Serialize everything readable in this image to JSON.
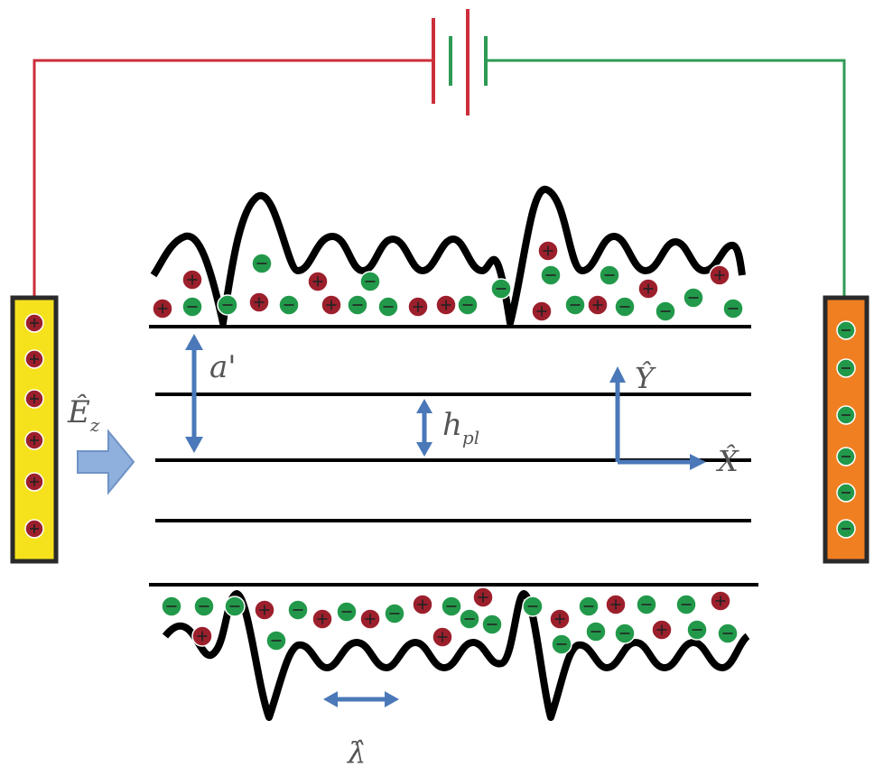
{
  "labels": {
    "electric_field": "Ê",
    "electric_field_sub": "z",
    "amplitude": "a'",
    "pitch": "h",
    "pitch_sub": "pl",
    "y_axis": "Ŷ",
    "x_axis": "X̂",
    "wavelength": "λ̂"
  },
  "colors": {
    "red_wire": "#cc2e3a",
    "green_wire": "#2e9a55",
    "anode_fill": "#f6e21c",
    "cathode_fill": "#f07f22",
    "positive_ion": "#9c1f2c",
    "negative_ion": "#22994a",
    "arrow_blue": "#4a78b8",
    "arrow_light_blue": "#8fb0dc"
  },
  "anode": {
    "sign": "+"
  },
  "cathode": {
    "sign": "−"
  }
}
